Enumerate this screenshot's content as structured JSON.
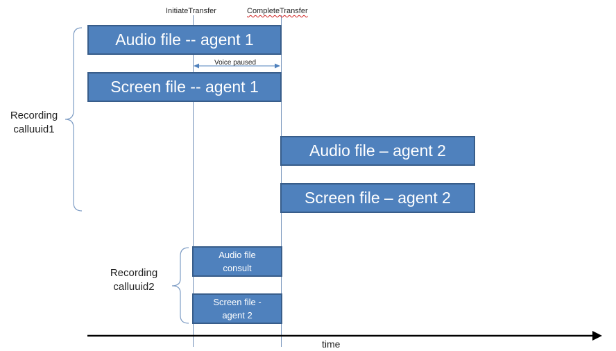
{
  "markers": {
    "initiate": "InitiateTransfer",
    "complete": "CompleteTransfer"
  },
  "dimension": {
    "label": "Voice paused"
  },
  "groups": {
    "calluuid1": {
      "label": "Recording\ncalluuid1",
      "boxes": [
        "Audio file -- agent 1",
        "Screen file -- agent 1",
        "Audio file – agent 2",
        "Screen file – agent 2"
      ]
    },
    "calluuid2": {
      "label": "Recording\ncalluuid2",
      "boxes": [
        "Audio file\nconsult",
        "Screen file -\nagent 2"
      ]
    }
  },
  "axis": {
    "label": "time"
  },
  "colors": {
    "box_fill": "#4f81bd",
    "box_border": "#385d8a",
    "line": "#6f8fb8",
    "arrow": "#000000"
  }
}
